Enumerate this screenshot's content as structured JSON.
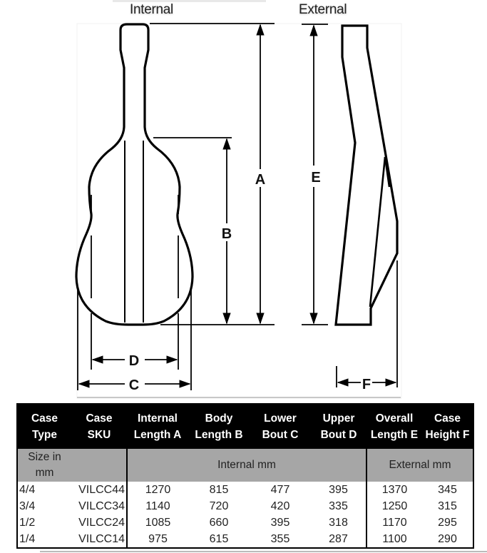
{
  "diagram": {
    "internal_label": "Internal",
    "external_label": "External",
    "dimension_letters": {
      "A": "A",
      "B": "B",
      "C": "C",
      "D": "D",
      "E": "E",
      "F": "F"
    },
    "line_color": "#000000"
  },
  "table": {
    "headers": [
      {
        "line1": "Case",
        "line2": "Type"
      },
      {
        "line1": "Case",
        "line2": "SKU"
      },
      {
        "line1": "Internal",
        "line2": "Length A"
      },
      {
        "line1": "Body",
        "line2": "Length B"
      },
      {
        "line1": "Lower",
        "line2": "Bout C"
      },
      {
        "line1": "Upper",
        "line2": "Bout D"
      },
      {
        "line1": "Overall",
        "line2": "Length E"
      },
      {
        "line1": "Case",
        "line2": "Height F"
      }
    ],
    "subheader": {
      "size_label_line1": "Size in",
      "size_label_line2": "mm",
      "internal_group": "Internal mm",
      "external_group": "External mm"
    },
    "rows": [
      {
        "type": "4/4",
        "sku": "VILCC44",
        "internal_length_a": "1270",
        "body_length_b": "815",
        "lower_bout_c": "477",
        "upper_bout_d": "395",
        "overall_length_e": "1370",
        "case_height_f": "345"
      },
      {
        "type": "3/4",
        "sku": "VILCC34",
        "internal_length_a": "1140",
        "body_length_b": "720",
        "lower_bout_c": "420",
        "upper_bout_d": "335",
        "overall_length_e": "1250",
        "case_height_f": "315"
      },
      {
        "type": "1/2",
        "sku": "VILCC24",
        "internal_length_a": "1085",
        "body_length_b": "660",
        "lower_bout_c": "395",
        "upper_bout_d": "318",
        "overall_length_e": "1170",
        "case_height_f": "295"
      },
      {
        "type": "1/4",
        "sku": "VILCC14",
        "internal_length_a": "975",
        "body_length_b": "615",
        "lower_bout_c": "355",
        "upper_bout_d": "287",
        "overall_length_e": "1100",
        "case_height_f": "290"
      }
    ],
    "colors": {
      "header_bg": "#000000",
      "header_text": "#ffffff",
      "subheader_bg": "#a6a6a6"
    }
  }
}
